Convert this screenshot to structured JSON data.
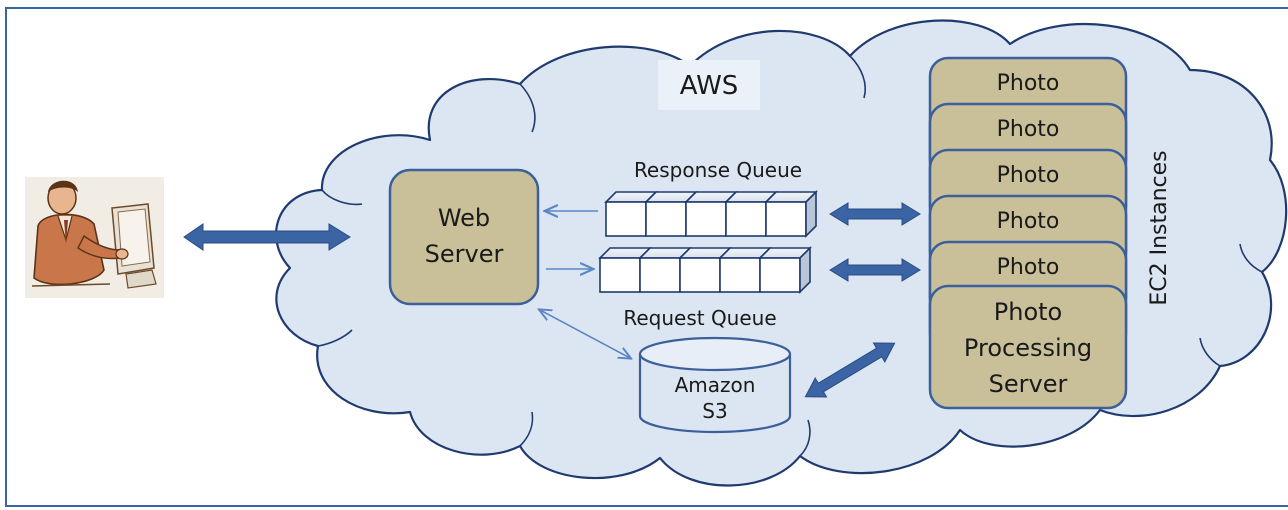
{
  "title": "AWS",
  "nodes": {
    "web_server": [
      "Web",
      "Server"
    ],
    "response_queue": "Response Queue",
    "request_queue": "Request Queue",
    "s3": [
      "Amazon",
      "S3"
    ],
    "ec2_label": "EC2 Instances",
    "photo_stack": [
      "Photo",
      "Photo",
      "Photo",
      "Photo",
      "Photo"
    ],
    "processing_server": [
      "Photo",
      "Processing",
      "Server"
    ]
  },
  "colors": {
    "cloud_fill": "#dce6f2",
    "cloud_stroke": "#1f3a6e",
    "server_fill": "#c9c09a",
    "server_stroke": "#3b5f9a",
    "queue_fill": "#e4ebf5",
    "arrow": "#3b64a4",
    "frame": "#3b64a4",
    "aws_bg": "#eaf1f8"
  },
  "icons": {
    "user": "person-at-computer-icon"
  }
}
